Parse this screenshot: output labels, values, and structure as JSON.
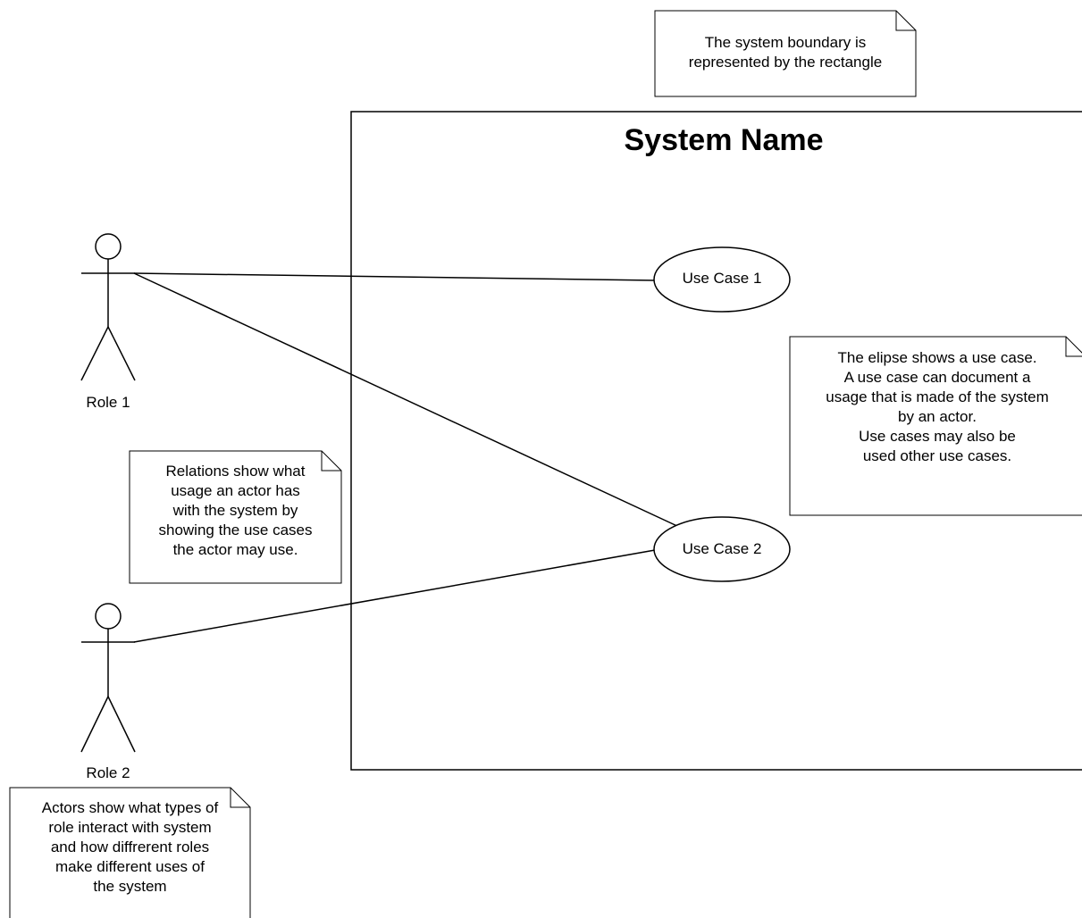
{
  "system": {
    "name": "System Name"
  },
  "actors": [
    {
      "label": "Role 1"
    },
    {
      "label": "Role 2"
    }
  ],
  "use_cases": [
    {
      "label": "Use Case 1"
    },
    {
      "label": "Use Case 2"
    }
  ],
  "notes": {
    "boundary": [
      "The system boundary is",
      "represented by the rectangle"
    ],
    "use_case": [
      "The elipse shows a use case.",
      "A use case can document a",
      "usage that is made of the system",
      "by an actor.",
      "Use cases may also be",
      "used other use cases."
    ],
    "relations": [
      "Relations show what",
      "usage an actor has",
      "with the system by",
      "showing the use cases",
      "the actor may use."
    ],
    "actors": [
      "Actors show what types of",
      "role interact with system",
      "and how diffrerent roles",
      "make different uses of",
      "the system"
    ]
  }
}
